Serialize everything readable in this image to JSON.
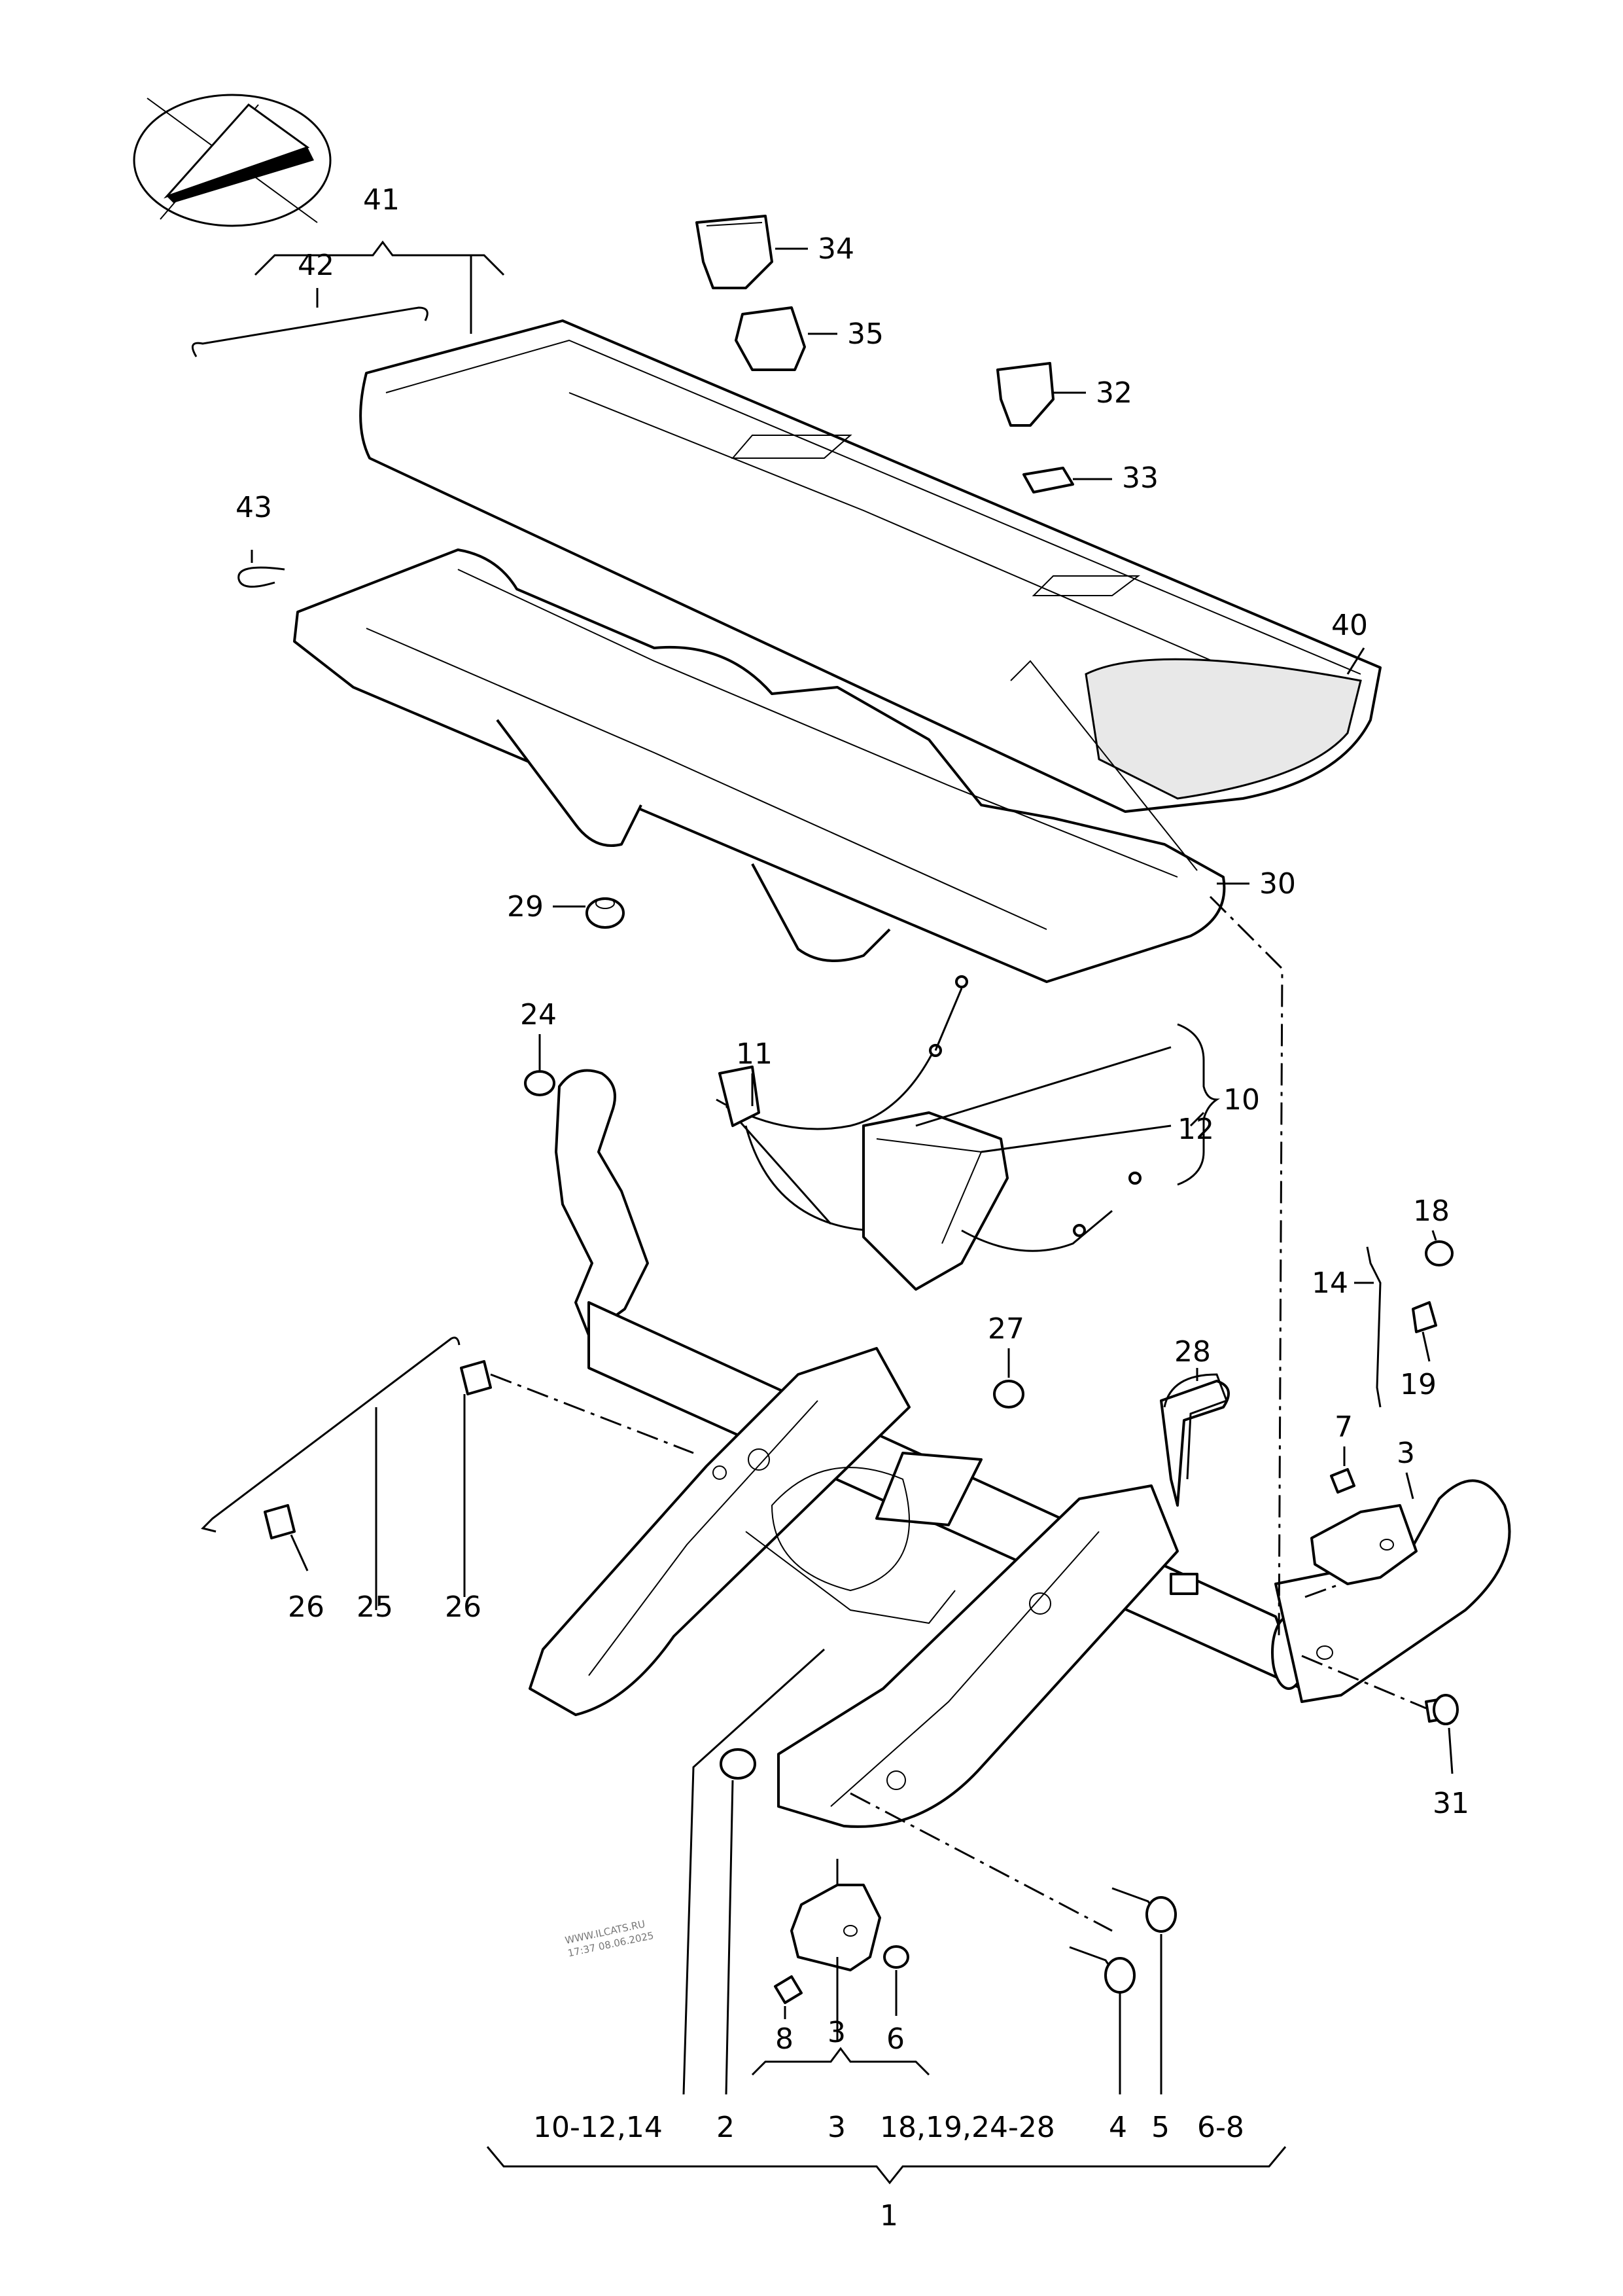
{
  "callouts": {
    "c1": "1",
    "c2": "2",
    "c3": "3",
    "c3b": "3",
    "c4": "4",
    "c5": "5",
    "c6": "6",
    "c7": "7",
    "c8": "8",
    "c10": "10",
    "c11": "11",
    "c12": "12",
    "c14": "14",
    "c18": "18",
    "c19": "19",
    "c24": "24",
    "c25": "25",
    "c26a": "26",
    "c26b": "26",
    "c27": "27",
    "c28": "28",
    "c29": "29",
    "c30": "30",
    "c31": "31",
    "c32": "32",
    "c33": "33",
    "c34": "34",
    "c35": "35",
    "c40": "40",
    "c41": "41",
    "c42": "42",
    "c43": "43"
  },
  "group_labels": {
    "g1": "10-12,14",
    "g2": "2",
    "g3": "3",
    "g4": "18,19,24-28",
    "g5": "4",
    "g6": "5",
    "g7": "6-8"
  },
  "watermark": {
    "site": "WWW.ILCATS.RU",
    "timestamp": "17:37 08.06.2025"
  }
}
